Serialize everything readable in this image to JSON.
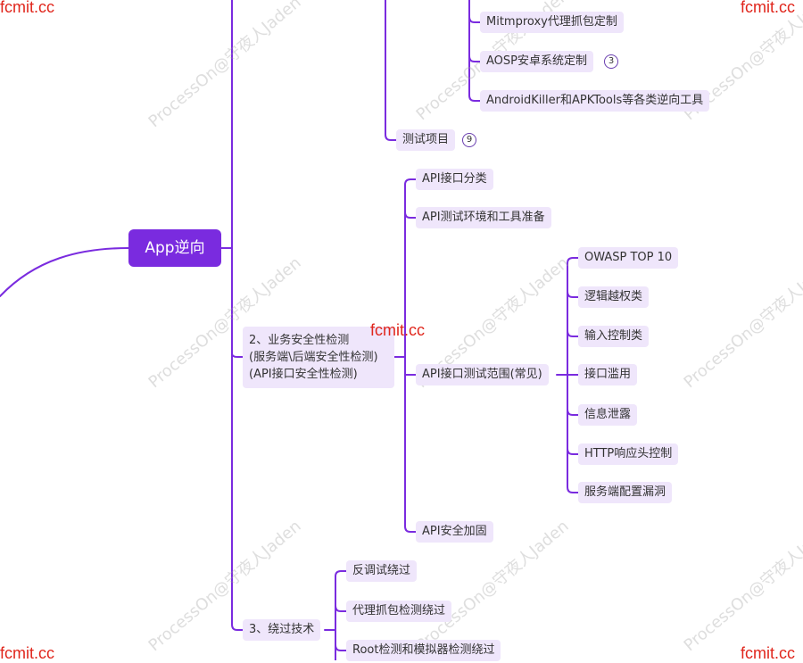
{
  "root": {
    "label": "App逆向"
  },
  "top_nodes": [
    {
      "label": "Mitmproxy代理抓包定制"
    },
    {
      "label": "AOSP安卓系统定制",
      "badge": "3"
    },
    {
      "label": "AndroidKiller和APKTools等各类逆向工具"
    },
    {
      "label": "测试项目",
      "badge": "9"
    }
  ],
  "section2": {
    "title_lines": [
      "2、业务安全性检测",
      "(服务端\\后端安全性检测)",
      "(API接口安全性检测)"
    ],
    "children": [
      {
        "label": "API接口分类"
      },
      {
        "label": "API测试环境和工具准备"
      },
      {
        "label": "API接口测试范围(常见)"
      },
      {
        "label": "API安全加固"
      }
    ],
    "scope_items": [
      {
        "label": "OWASP TOP 10"
      },
      {
        "label": "逻辑越权类"
      },
      {
        "label": "输入控制类"
      },
      {
        "label": "接口滥用"
      },
      {
        "label": "信息泄露"
      },
      {
        "label": "HTTP响应头控制"
      },
      {
        "label": "服务端配置漏洞"
      }
    ]
  },
  "section3": {
    "title": "3、绕过技术",
    "children": [
      {
        "label": "反调试绕过"
      },
      {
        "label": "代理抓包检测绕过"
      },
      {
        "label": "Root检测和模拟器检测绕过"
      }
    ]
  },
  "watermarks": {
    "site": "fcmit.cc",
    "diag": "ProcessOn@守夜人Jaden"
  },
  "colors": {
    "branch": "#7a2bdf",
    "node_bg": "#efe6fb",
    "root_bg": "#7a2bdf",
    "watermark": "#e0261c"
  }
}
